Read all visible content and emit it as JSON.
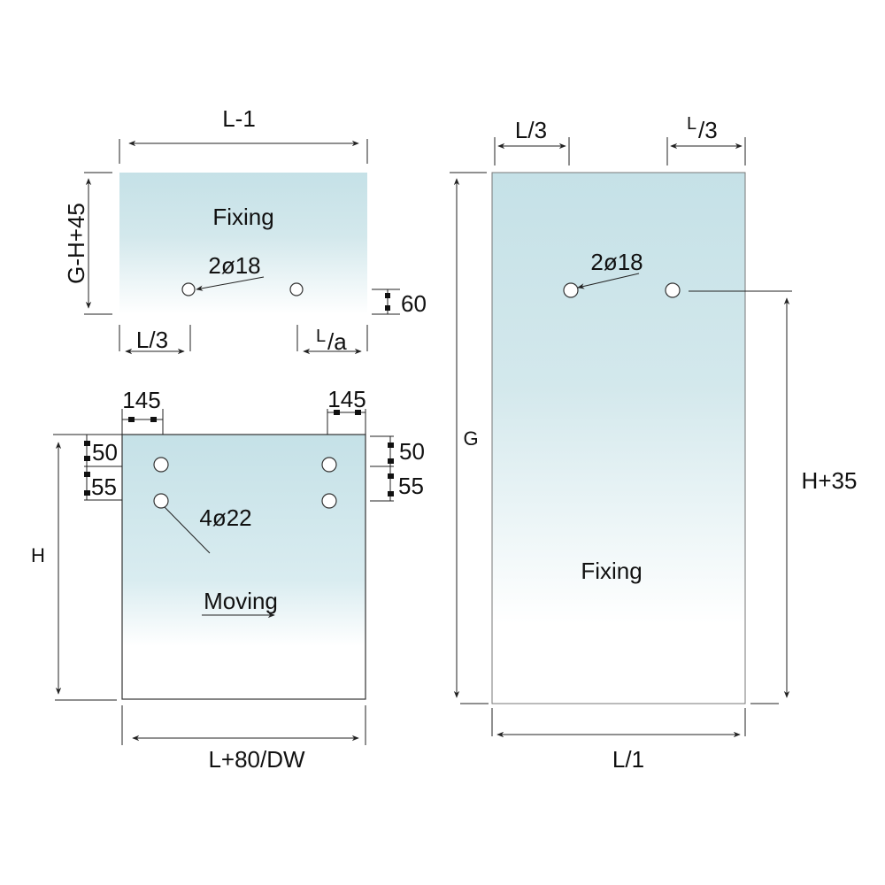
{
  "top_left_panel": {
    "name": "Fixing",
    "width_label": "L-1",
    "height_label": "G-H+45",
    "hole_label": "2ø18",
    "hole_offset_label": "60",
    "left_hole_label": "L/3",
    "right_hole_label_sup": "L",
    "right_hole_label_rest": "/a"
  },
  "bottom_left_panel": {
    "name": "Moving",
    "width_label": "L+80/DW",
    "height_label": "H",
    "left_offset_label": "145",
    "right_offset_label": "145",
    "left_top_label": "50",
    "left_spacing_label": "55",
    "right_top_label": "50",
    "right_spacing_label": "55",
    "hole_label": "4ø22"
  },
  "right_panel": {
    "name": "Fixing",
    "width_label": "L/1",
    "height_label": "G",
    "hole_height_label": "H+35",
    "hole_label": "2ø18",
    "left_hole_label": "L/3",
    "right_hole_label_sup": "L",
    "right_hole_label_rest": "/3"
  },
  "colors": {
    "glass_top": "#c5e1e7",
    "glass_bottom": "#ffffff",
    "line": "#222222"
  }
}
